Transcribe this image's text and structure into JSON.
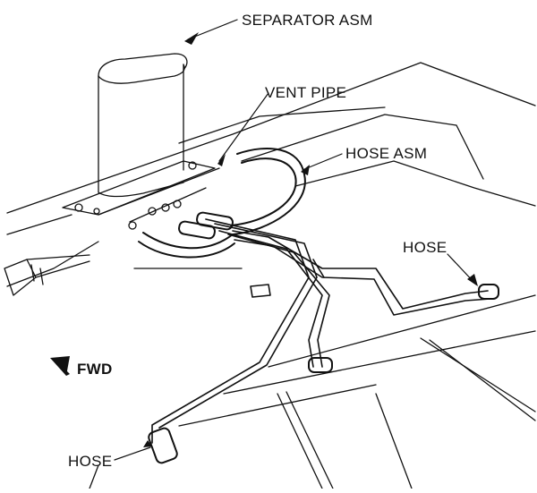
{
  "labels": {
    "separator": "SEPARATOR ASM",
    "vent_pipe": "VENT PIPE",
    "hose_asm": "HOSE ASM",
    "hose_right": "HOSE",
    "hose_bottom": "HOSE",
    "fwd": "FWD"
  },
  "icons": {
    "fwd_arrow": "arrow-icon"
  },
  "colors": {
    "ink": "#111111",
    "paper": "#ffffff"
  }
}
